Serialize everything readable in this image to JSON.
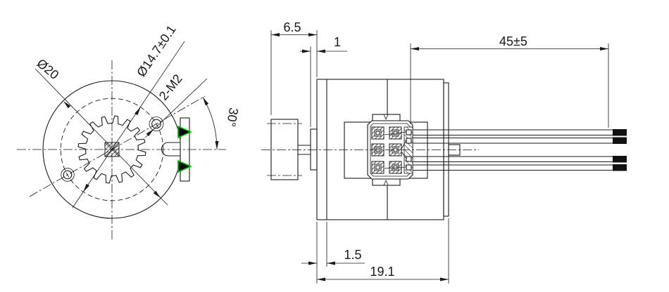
{
  "front_view": {
    "dims": {
      "outer_diameter": "Ø20",
      "mount_circle_diameter": "Ø14.7±0.1",
      "mount_holes": "2-M2",
      "hole_angle": "30°"
    },
    "gear": {
      "teeth": 16
    }
  },
  "side_view": {
    "dims": {
      "pinion_to_face": "6.5",
      "flange_thickness": "1",
      "lead_length": "45±5",
      "face_offset": "1.5",
      "body_length": "19.1"
    }
  },
  "colors": {
    "line": "#1a1a1a",
    "wire_marker_green": "#00c000",
    "background": "#ffffff"
  }
}
